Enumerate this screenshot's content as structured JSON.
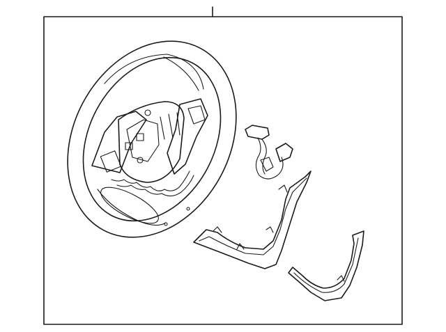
{
  "diagram": {
    "callouts": [],
    "colors": {
      "stroke": "#1a1a1a",
      "background": "#ffffff"
    },
    "parts": [
      {
        "id": "steering-wheel"
      },
      {
        "id": "wiring-harness"
      },
      {
        "id": "lower-trim-cover"
      },
      {
        "id": "side-trim-cover"
      }
    ]
  }
}
